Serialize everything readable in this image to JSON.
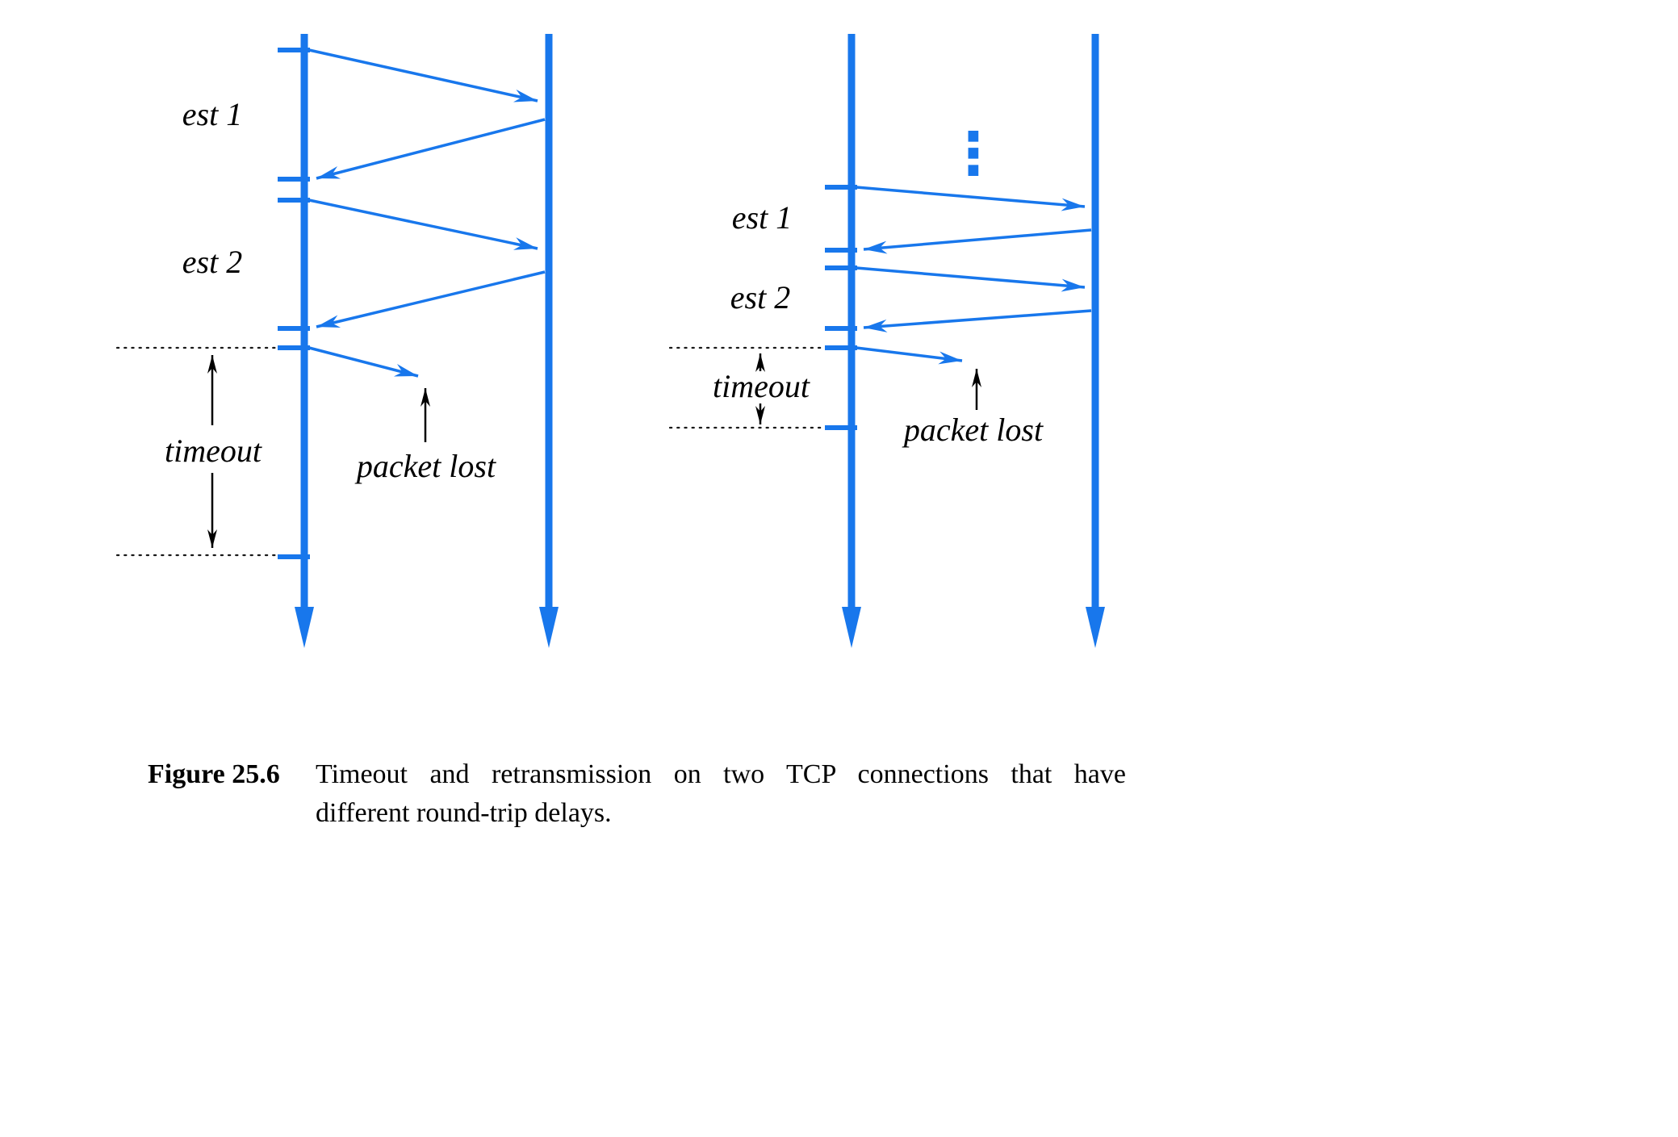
{
  "colors": {
    "line_blue": "#1877ec",
    "annotation_black": "#000000",
    "background": "#ffffff"
  },
  "diagram": {
    "left": {
      "est1": "est 1",
      "est2": "est 2",
      "timeout": "timeout",
      "packet_lost": "packet lost"
    },
    "right": {
      "est1": "est 1",
      "est2": "est 2",
      "timeout": "timeout",
      "packet_lost": "packet lost",
      "continuation": "⋮"
    }
  },
  "caption": {
    "label": "Figure 25.6",
    "line1": "Timeout and retransmission on two TCP connections that have",
    "line2": "different round-trip delays."
  }
}
